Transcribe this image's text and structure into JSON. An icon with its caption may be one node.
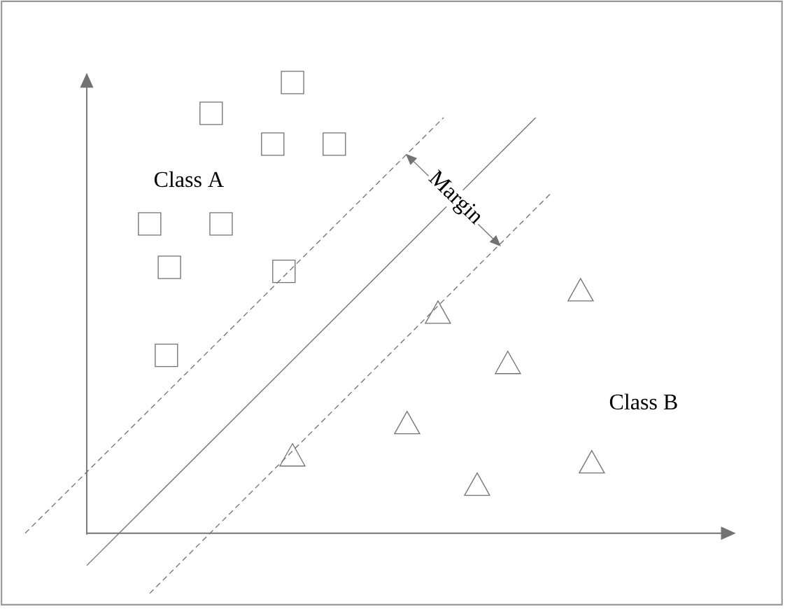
{
  "diagram": {
    "labels": [
      "Class A",
      "Class B",
      "Margin"
    ]
  }
}
